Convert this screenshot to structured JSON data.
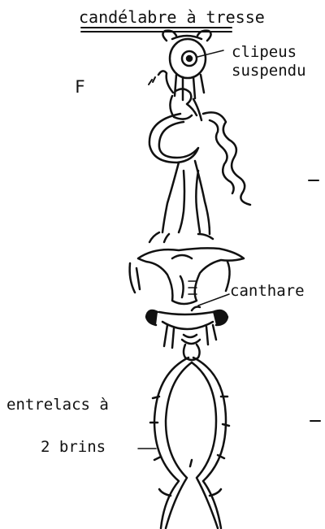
{
  "labels": {
    "title": "candélabre à tresse",
    "clipeus_line1": "clipeus",
    "clipeus_line2": "suspendu",
    "letter_f": "F",
    "canthare": "canthare",
    "entrelacs_line1": "entrelacs à",
    "entrelacs_line2": "2 brins"
  },
  "colors": {
    "ink": "#111111",
    "paper": "#ffffff"
  }
}
